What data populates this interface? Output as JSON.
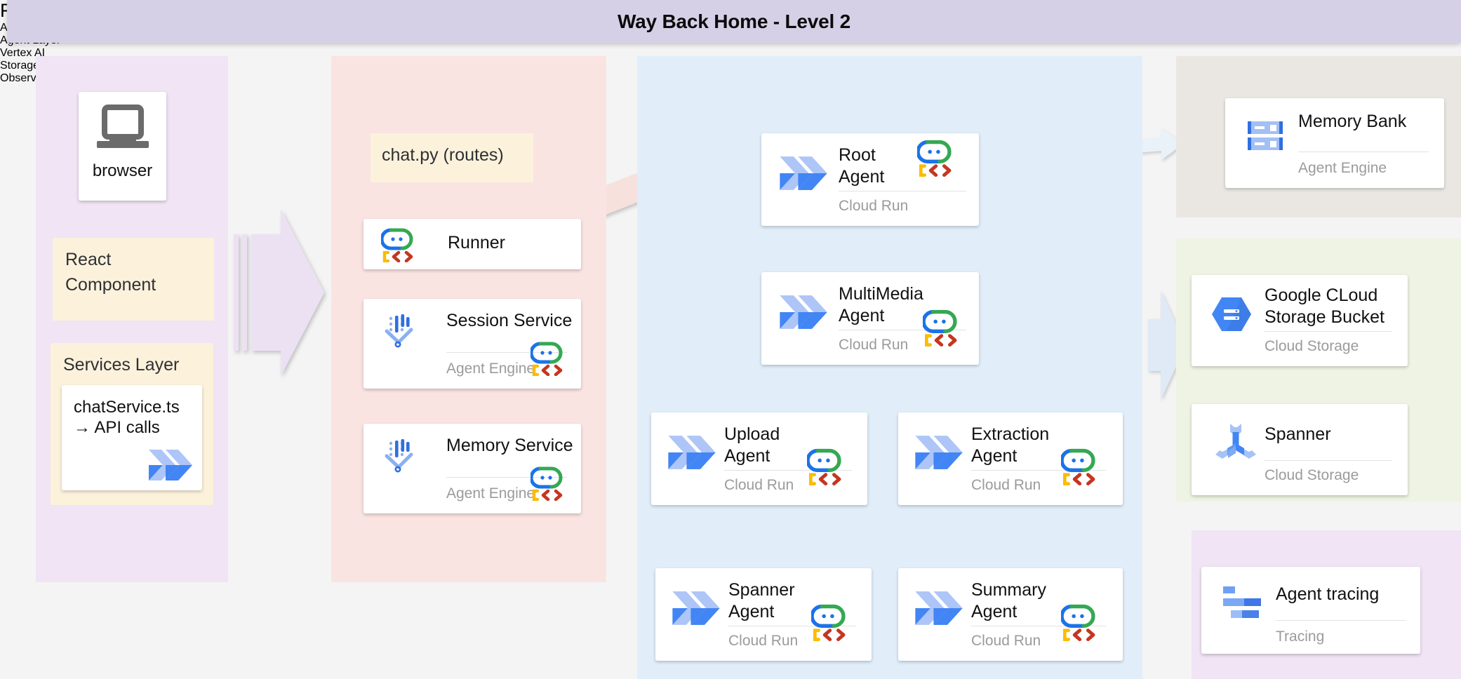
{
  "title": "Way Back Home - Level 2",
  "regions": {
    "frontend": {
      "label": "Frontend"
    },
    "api": {
      "label": "API Layer\n(FastAPI)"
    },
    "agent": {
      "label": "Agent Layer"
    },
    "vertex": {
      "label": "Vertex AI"
    },
    "storage": {
      "label": "Storage"
    },
    "observability": {
      "label": "Observability"
    }
  },
  "frontend": {
    "browser": {
      "label": "browser",
      "icon": "laptop-icon"
    },
    "react": {
      "label": "React\nComponent"
    },
    "services_layer": {
      "label": "Services Layer"
    },
    "chat_service": {
      "label": "chatService.ts\n→ API calls",
      "icon": "cloud-run-icon"
    }
  },
  "api": {
    "chat_routes": {
      "label": "chat.py (routes)"
    },
    "cards": [
      {
        "title": "Runner",
        "subtitle": "",
        "icon": "adk-icon",
        "badge": ""
      },
      {
        "title": "Session Service",
        "subtitle": "Agent Engine",
        "icon": "agent-engine-icon",
        "badge": "adk-icon"
      },
      {
        "title": "Memory Service",
        "subtitle": "Agent Engine",
        "icon": "agent-engine-icon",
        "badge": "adk-icon"
      }
    ]
  },
  "agent": {
    "cards": [
      {
        "title": "Root\nAgent",
        "subtitle": "Cloud Run",
        "icon": "cloud-run-icon",
        "badge": "adk-icon"
      },
      {
        "title": "MultiMedia\nAgent",
        "subtitle": "Cloud Run",
        "icon": "cloud-run-icon",
        "badge": "adk-icon"
      },
      {
        "title": "Upload\nAgent",
        "subtitle": "Cloud Run",
        "icon": "cloud-run-icon",
        "badge": "adk-icon"
      },
      {
        "title": "Extraction\nAgent",
        "subtitle": "Cloud Run",
        "icon": "cloud-run-icon",
        "badge": "adk-icon"
      },
      {
        "title": "Spanner\nAgent",
        "subtitle": "Cloud Run",
        "icon": "cloud-run-icon",
        "badge": "adk-icon"
      },
      {
        "title": "Summary\nAgent",
        "subtitle": "Cloud Run",
        "icon": "cloud-run-icon",
        "badge": "adk-icon"
      }
    ]
  },
  "vertex": {
    "cards": [
      {
        "title": "Memory Bank",
        "subtitle": "Agent Engine",
        "icon": "memory-bank-icon"
      }
    ]
  },
  "storage": {
    "cards": [
      {
        "title": "Google CLoud\nStorage Bucket",
        "subtitle": "Cloud Storage",
        "icon": "cloud-storage-icon"
      },
      {
        "title": "Spanner",
        "subtitle": "Cloud Storage",
        "icon": "spanner-icon"
      }
    ]
  },
  "observability": {
    "cards": [
      {
        "title": "Agent tracing",
        "subtitle": "Tracing",
        "icon": "tracing-icon"
      }
    ]
  },
  "colors": {
    "title_bar": "#d6d0e7",
    "frontend_panel": "#f0e4f5",
    "api_panel": "#fae4e2",
    "agent_panel": "#e1eefa",
    "vertex_panel": "#eae7e3",
    "storage_panel": "#eef3e3",
    "observability_panel": "#f0e4f5",
    "yellow_box": "#fcf2dc",
    "cloud_run_blue": "#4285f4",
    "adk_blue": "#1a73e8",
    "adk_green": "#34a853",
    "adk_yellow": "#fbbc04",
    "adk_red": "#c5361f",
    "arrow_pink": "#f7e1dd",
    "arrow_grey": "#e8e8e8",
    "arrow_lilac": "#ece1f2",
    "arrow_pale_blue": "#e3edf7"
  }
}
